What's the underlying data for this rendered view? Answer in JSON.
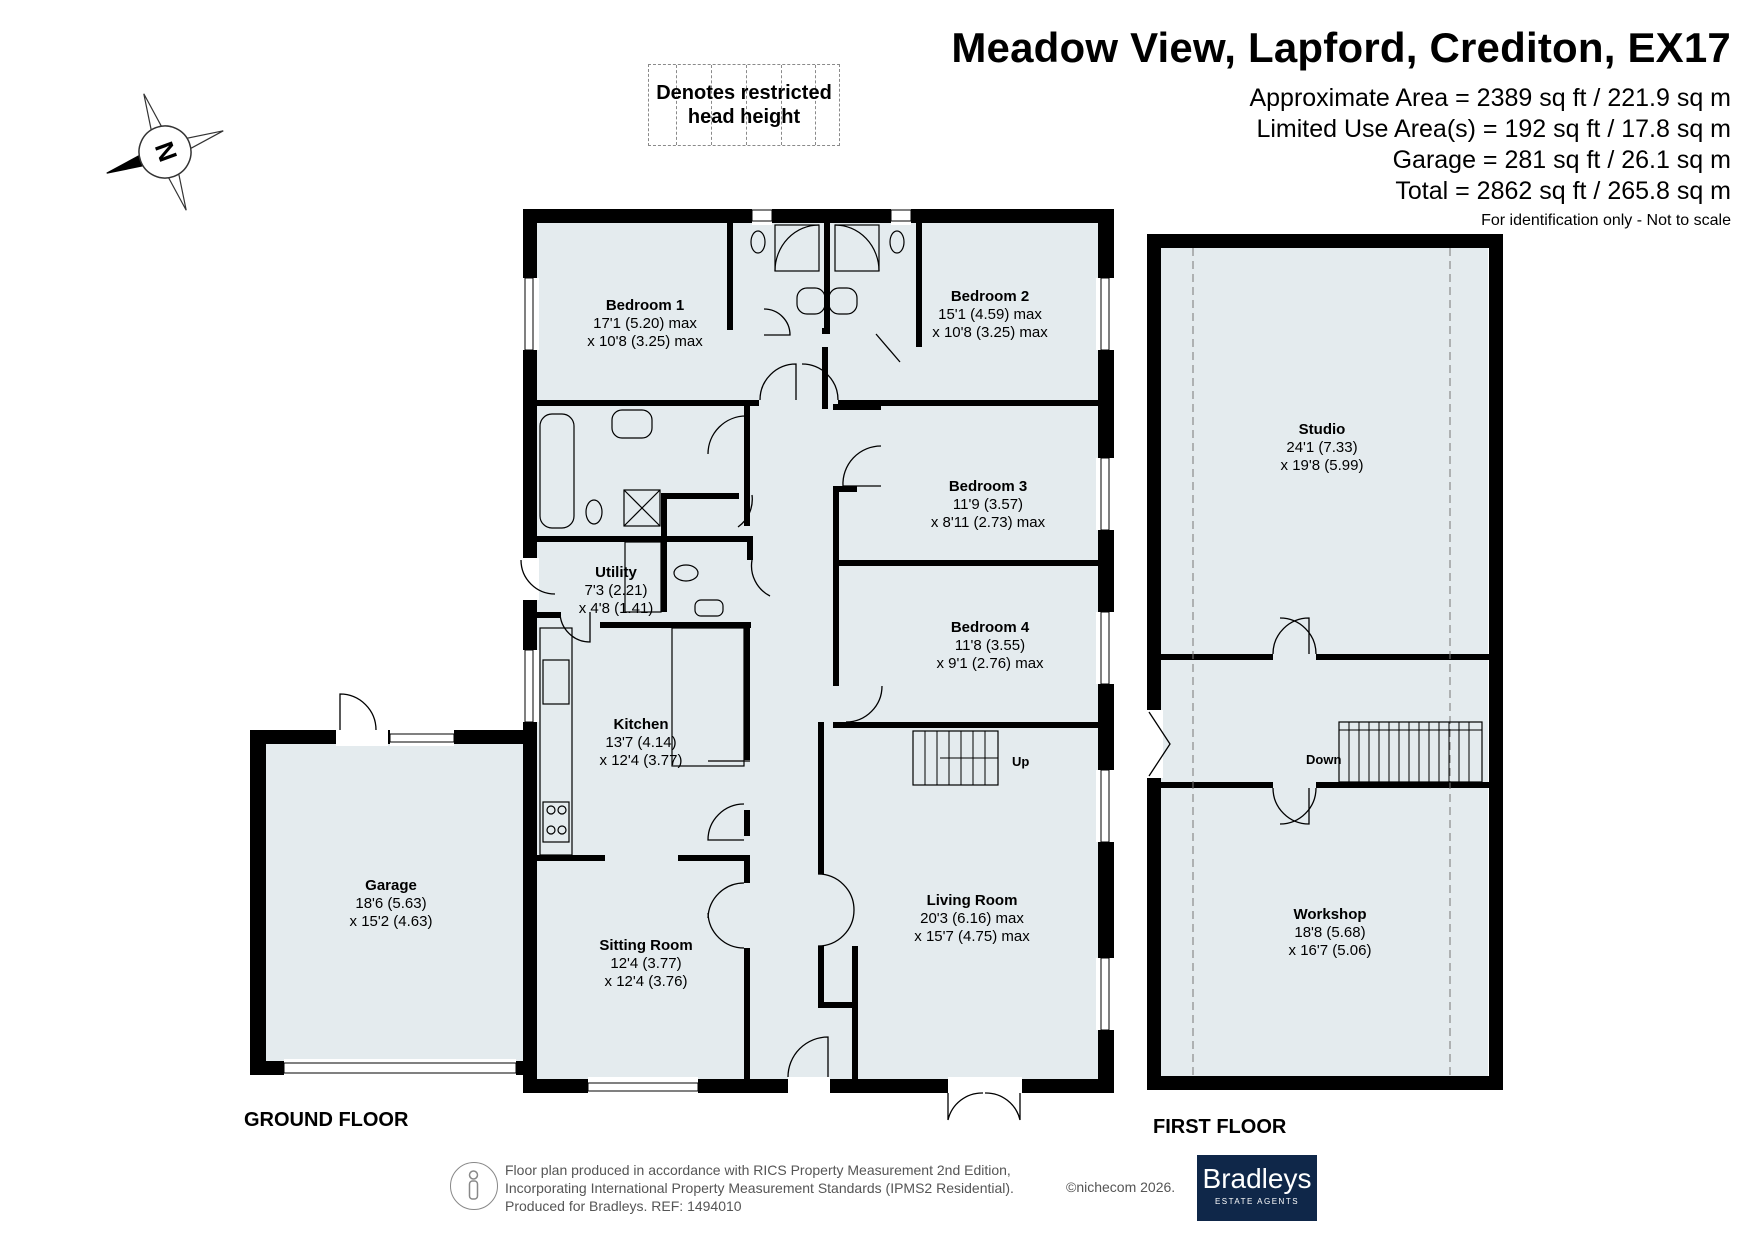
{
  "header": {
    "title": "Meadow View, Lapford, Crediton, EX17",
    "lines": [
      "Approximate Area = 2389 sq ft / 221.9 sq m",
      "Limited Use Area(s) = 192 sq ft / 17.8 sq m",
      "Garage = 281 sq ft / 26.1 sq m",
      "Total = 2862 sq ft / 265.8 sq m"
    ],
    "note": "For identification only - Not to scale"
  },
  "legend": {
    "line1": "Denotes restricted",
    "line2": "head height"
  },
  "compass": {
    "letter": "N"
  },
  "floors": {
    "ground": "GROUND FLOOR",
    "first": "FIRST FLOOR"
  },
  "rooms": {
    "bedroom1": {
      "name": "Bedroom 1",
      "d1": "17'1 (5.20) max",
      "d2": "x 10'8 (3.25) max"
    },
    "bedroom2": {
      "name": "Bedroom 2",
      "d1": "15'1 (4.59) max",
      "d2": "x 10'8 (3.25) max"
    },
    "bedroom3": {
      "name": "Bedroom 3",
      "d1": "11'9 (3.57)",
      "d2": "x 8'11 (2.73) max"
    },
    "bedroom4": {
      "name": "Bedroom 4",
      "d1": "11'8 (3.55)",
      "d2": "x 9'1 (2.76) max"
    },
    "utility": {
      "name": "Utility",
      "d1": "7'3 (2.21)",
      "d2": "x 4'8 (1.41)"
    },
    "kitchen": {
      "name": "Kitchen",
      "d1": "13'7 (4.14)",
      "d2": "x 12'4 (3.77)"
    },
    "garage": {
      "name": "Garage",
      "d1": "18'6 (5.63)",
      "d2": "x 15'2 (4.63)"
    },
    "sitting": {
      "name": "Sitting Room",
      "d1": "12'4 (3.77)",
      "d2": "x 12'4 (3.76)"
    },
    "living": {
      "name": "Living Room",
      "d1": "20'3 (6.16) max",
      "d2": "x 15'7 (4.75) max"
    },
    "studio": {
      "name": "Studio",
      "d1": "24'1 (7.33)",
      "d2": "x 19'8 (5.99)"
    },
    "workshop": {
      "name": "Workshop",
      "d1": "18'8 (5.68)",
      "d2": "x 16'7 (5.06)"
    }
  },
  "stairs": {
    "up": "Up",
    "down": "Down"
  },
  "footer": {
    "line1": "Floor plan produced in accordance with RICS Property Measurement 2nd Edition,",
    "line2": "Incorporating International Property Measurement Standards (IPMS2 Residential).",
    "line3": "Produced for Bradleys.   REF: 1494010",
    "copyright": "©nichecom 2026.",
    "logo_main": "Bradleys",
    "logo_sub": "ESTATE AGENTS"
  },
  "colors": {
    "room_fill": "#e4ebee",
    "wall": "#000000",
    "logo_bg": "#0f2749"
  }
}
